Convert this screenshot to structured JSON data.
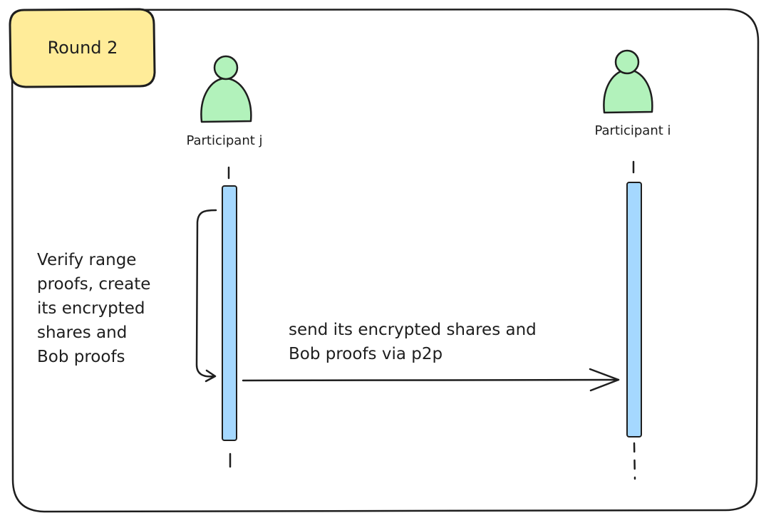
{
  "round": {
    "label": "Round 2"
  },
  "participants": [
    {
      "id": "j",
      "label": "Participant j"
    },
    {
      "id": "i",
      "label": "Participant i"
    }
  ],
  "self_note": {
    "lines": [
      "Verify range",
      "proofs, create",
      "its encrypted",
      "shares and",
      "Bob proofs"
    ]
  },
  "message": {
    "from": "j",
    "to": "i",
    "lines": [
      "send its encrypted shares and",
      "Bob proofs via p2p"
    ]
  },
  "colors": {
    "round_fill": "#ffec99",
    "actor_fill": "#b2f2bb",
    "activation_fill": "#a5d8ff",
    "stroke": "#1e1e1e"
  },
  "icons": {
    "actor": "person-icon"
  }
}
